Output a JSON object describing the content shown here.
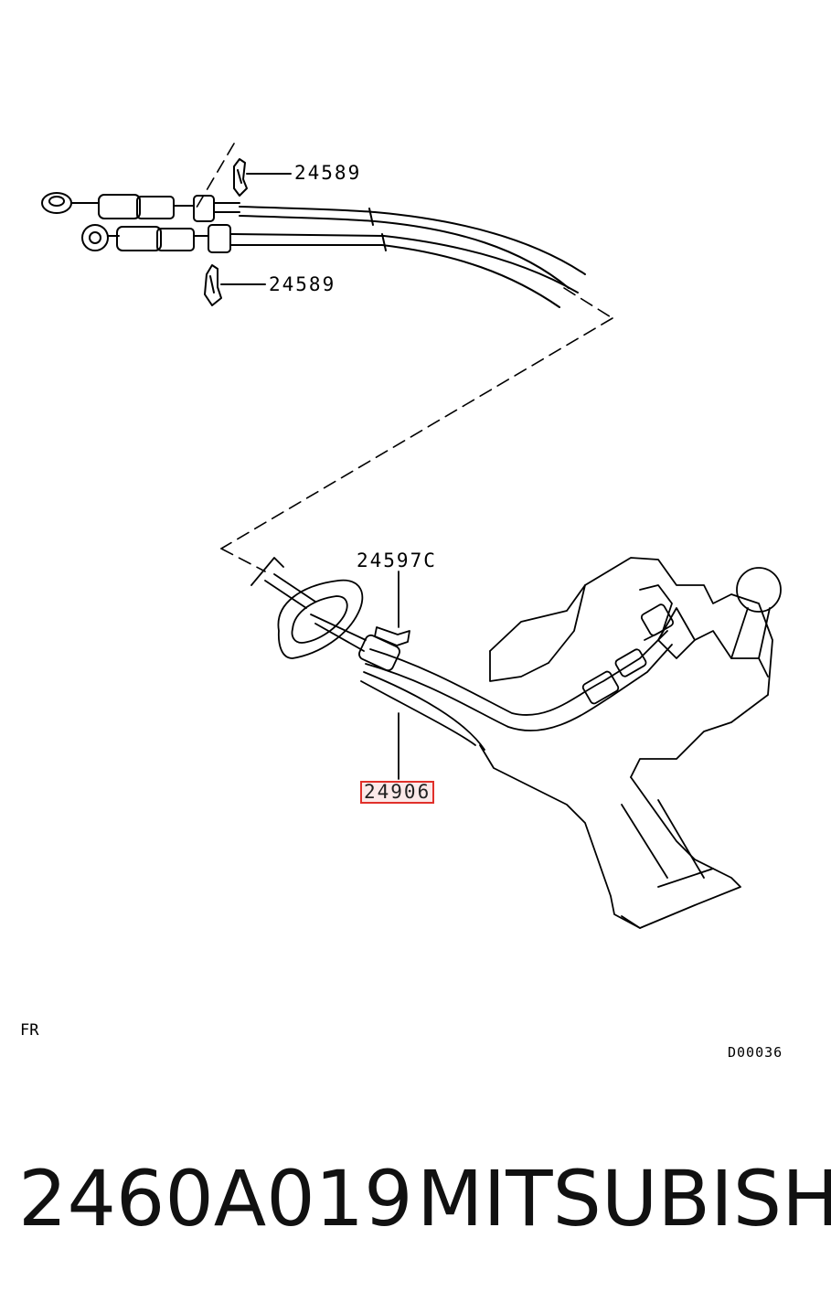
{
  "callouts": {
    "clip_upper": "24589",
    "clip_lower": "24589",
    "bolt": "24597C",
    "cable_assy": "24906"
  },
  "diagram_code": "D00036",
  "direction_label": "FR",
  "caption": {
    "part_number": "2460A019",
    "brand": "MITSUBISHI"
  },
  "colors": {
    "line": "#000000",
    "highlight_border": "#e0302a",
    "highlight_fill": "#fbe9e9"
  }
}
